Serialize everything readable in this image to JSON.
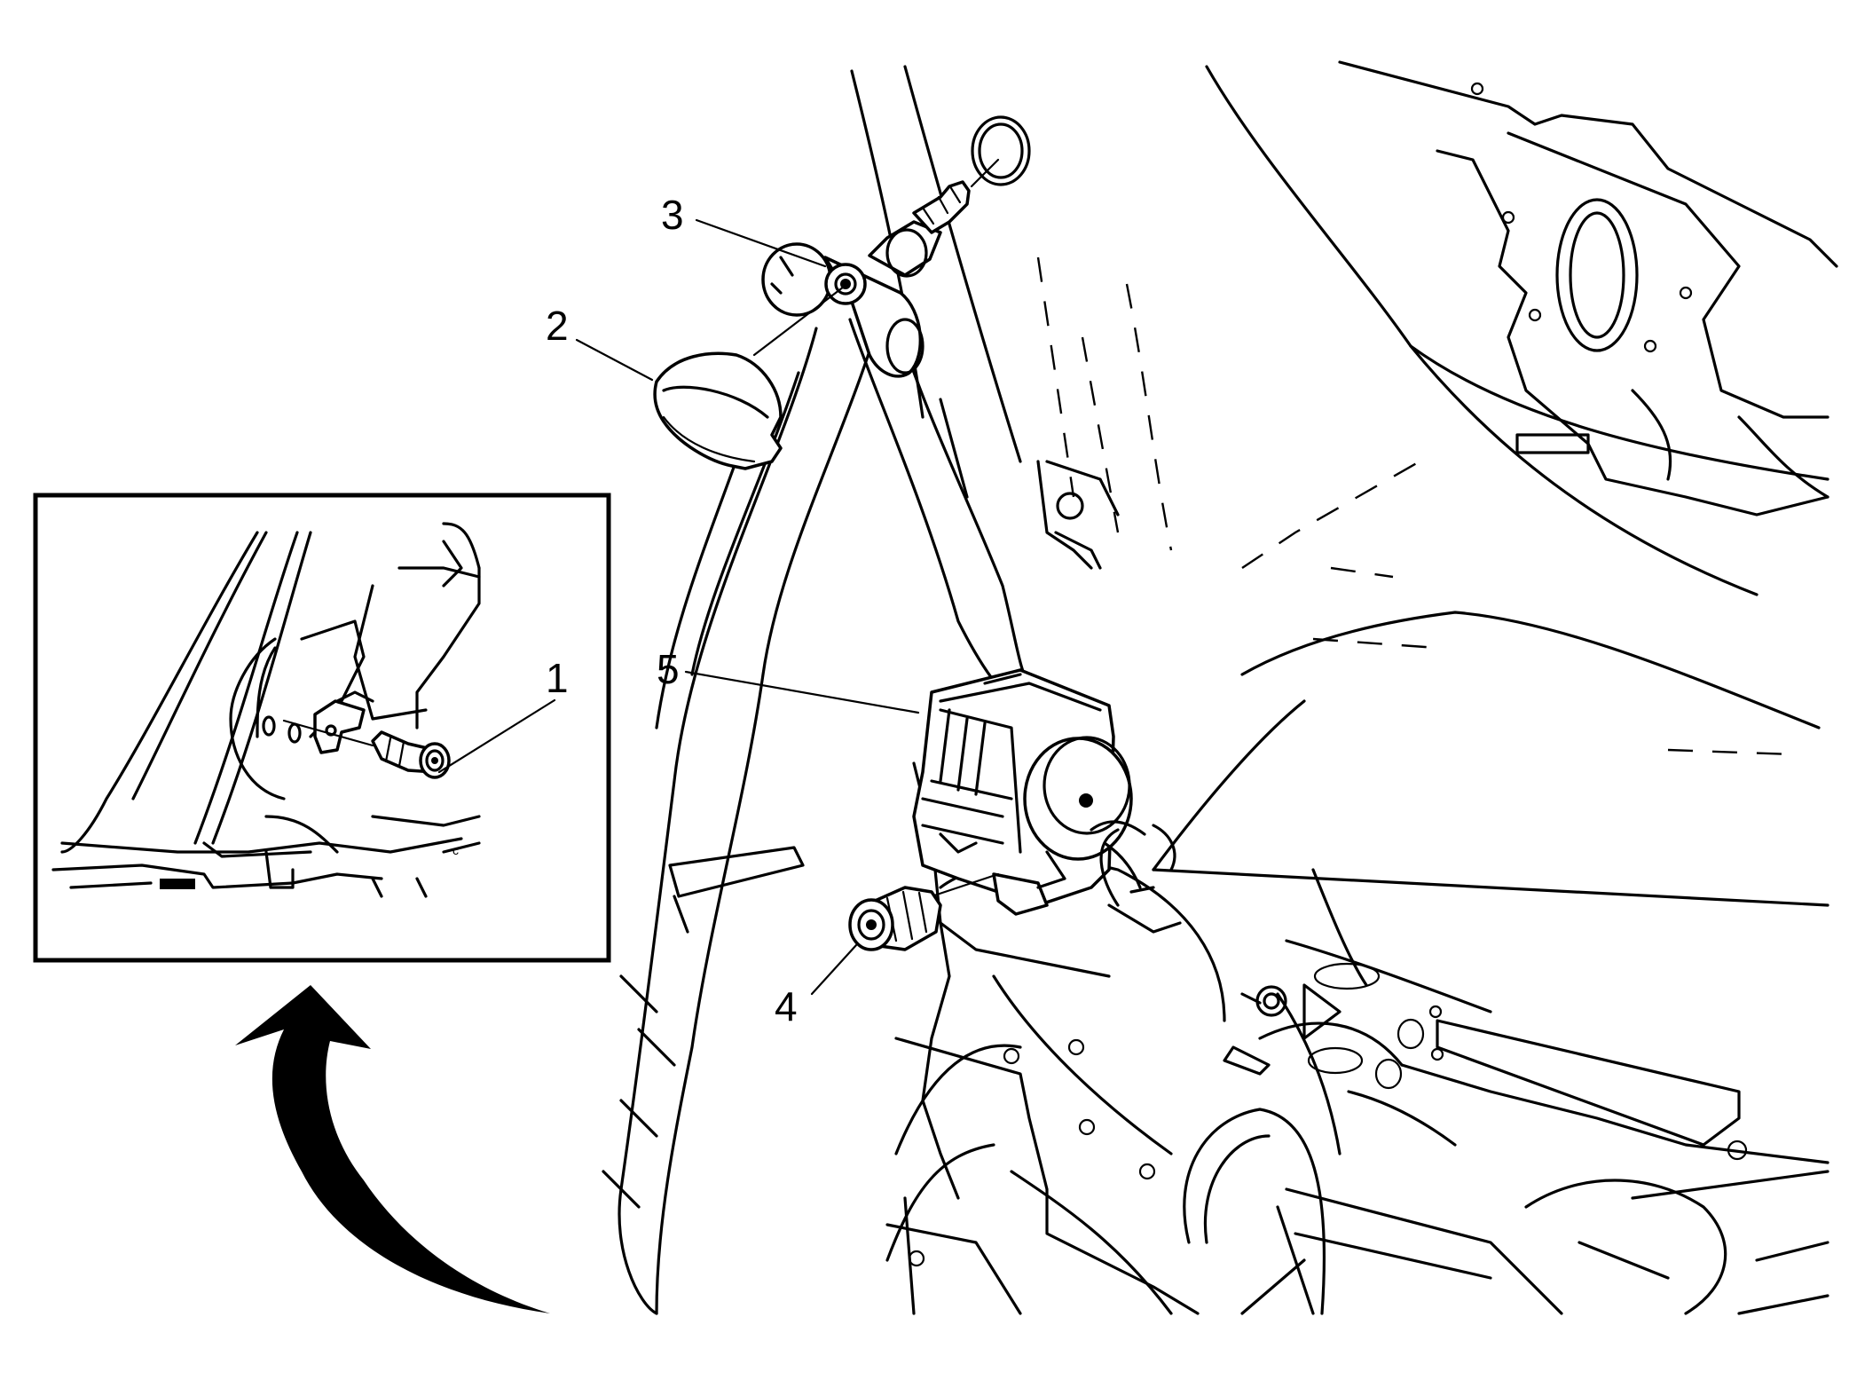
{
  "diagram": {
    "callouts": [
      {
        "id": "callout-1",
        "label": "1"
      },
      {
        "id": "callout-2",
        "label": "2"
      },
      {
        "id": "callout-3",
        "label": "3"
      },
      {
        "id": "callout-4",
        "label": "4"
      },
      {
        "id": "callout-5",
        "label": "5"
      }
    ],
    "colors": {
      "line": "#000000",
      "background": "#ffffff"
    },
    "icons": {
      "direction_arrow": "curved-arrow-icon"
    }
  }
}
